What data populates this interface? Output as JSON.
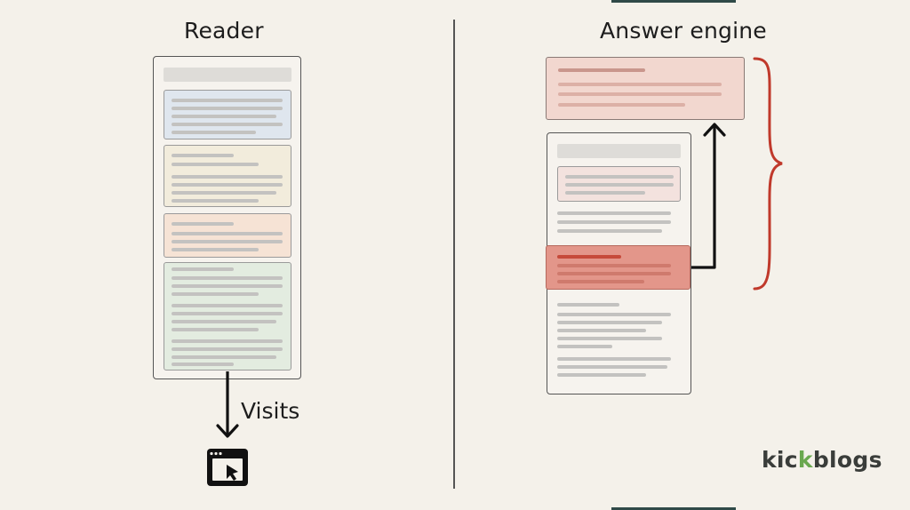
{
  "left_title": "Reader",
  "right_title": "Answer engine",
  "visits_label": "Visits",
  "logo": {
    "part1": "kic",
    "accent": "k",
    "part2": "blogs"
  },
  "colors": {
    "background": "#f4f1ea",
    "blue_block": "#dfe6ee",
    "yellow_block": "#f2ecdc",
    "orange_block": "#f6e3d5",
    "green_block": "#e3ece0",
    "answer_box": "#f2d7cf",
    "highlight": "#e3968a",
    "brace": "#c0392b",
    "logo_accent": "#6aa84f"
  },
  "icons": [
    "arrow-down-icon",
    "browser-window-icon",
    "arrow-up-icon",
    "curly-brace-icon"
  ]
}
